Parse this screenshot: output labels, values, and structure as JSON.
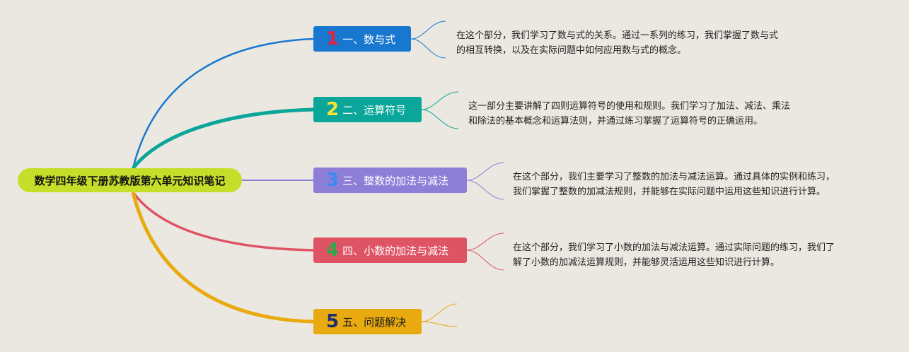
{
  "colors": {
    "background": "#ebe8e1",
    "root": "#c5de2a",
    "branch_1": "#1878d0",
    "branch_2": "#0aa69a",
    "branch_3": "#8d7ed8",
    "branch_4": "#df5465",
    "branch_5": "#e8aa10"
  },
  "root": {
    "title": "数学四年级下册苏教版第六单元知识笔记"
  },
  "branches": [
    {
      "number": "1",
      "number_color": "#e8213d",
      "label": "一、数与式",
      "desc_line_1": "在这个部分，我们学习了数与式的关系。通过一系列的练习，我们掌握了数与式",
      "desc_line_2": "的相互转换，以及在实际问题中如何应用数与式的概念。"
    },
    {
      "number": "2",
      "number_color": "#f6e33a",
      "label": "二、运算符号",
      "desc_line_1": "这一部分主要讲解了四则运算符号的使用和规则。我们学习了加法、减法、乘法",
      "desc_line_2": "和除法的基本概念和运算法则，并通过练习掌握了运算符号的正确运用。"
    },
    {
      "number": "3",
      "number_color": "#3c8cf0",
      "label": "三、整数的加法与减法",
      "desc_line_1": "在这个部分，我们主要学习了整数的加法与减法运算。通过具体的实例和练习，",
      "desc_line_2": "我们掌握了整数的加减法规则，并能够在实际问题中运用这些知识进行计算。"
    },
    {
      "number": "4",
      "number_color": "#2fa84a",
      "label": "四、小数的加法与减法",
      "desc_line_1": "在这个部分，我们学习了小数的加法与减法运算。通过实际问题的练习，我们了",
      "desc_line_2": "解了小数的加减法运算规则，并能够灵活运用这些知识进行计算。"
    },
    {
      "number": "5",
      "number_color": "#1e2f6e",
      "label": "五、问题解决",
      "desc_line_1": "",
      "desc_line_2": ""
    }
  ]
}
